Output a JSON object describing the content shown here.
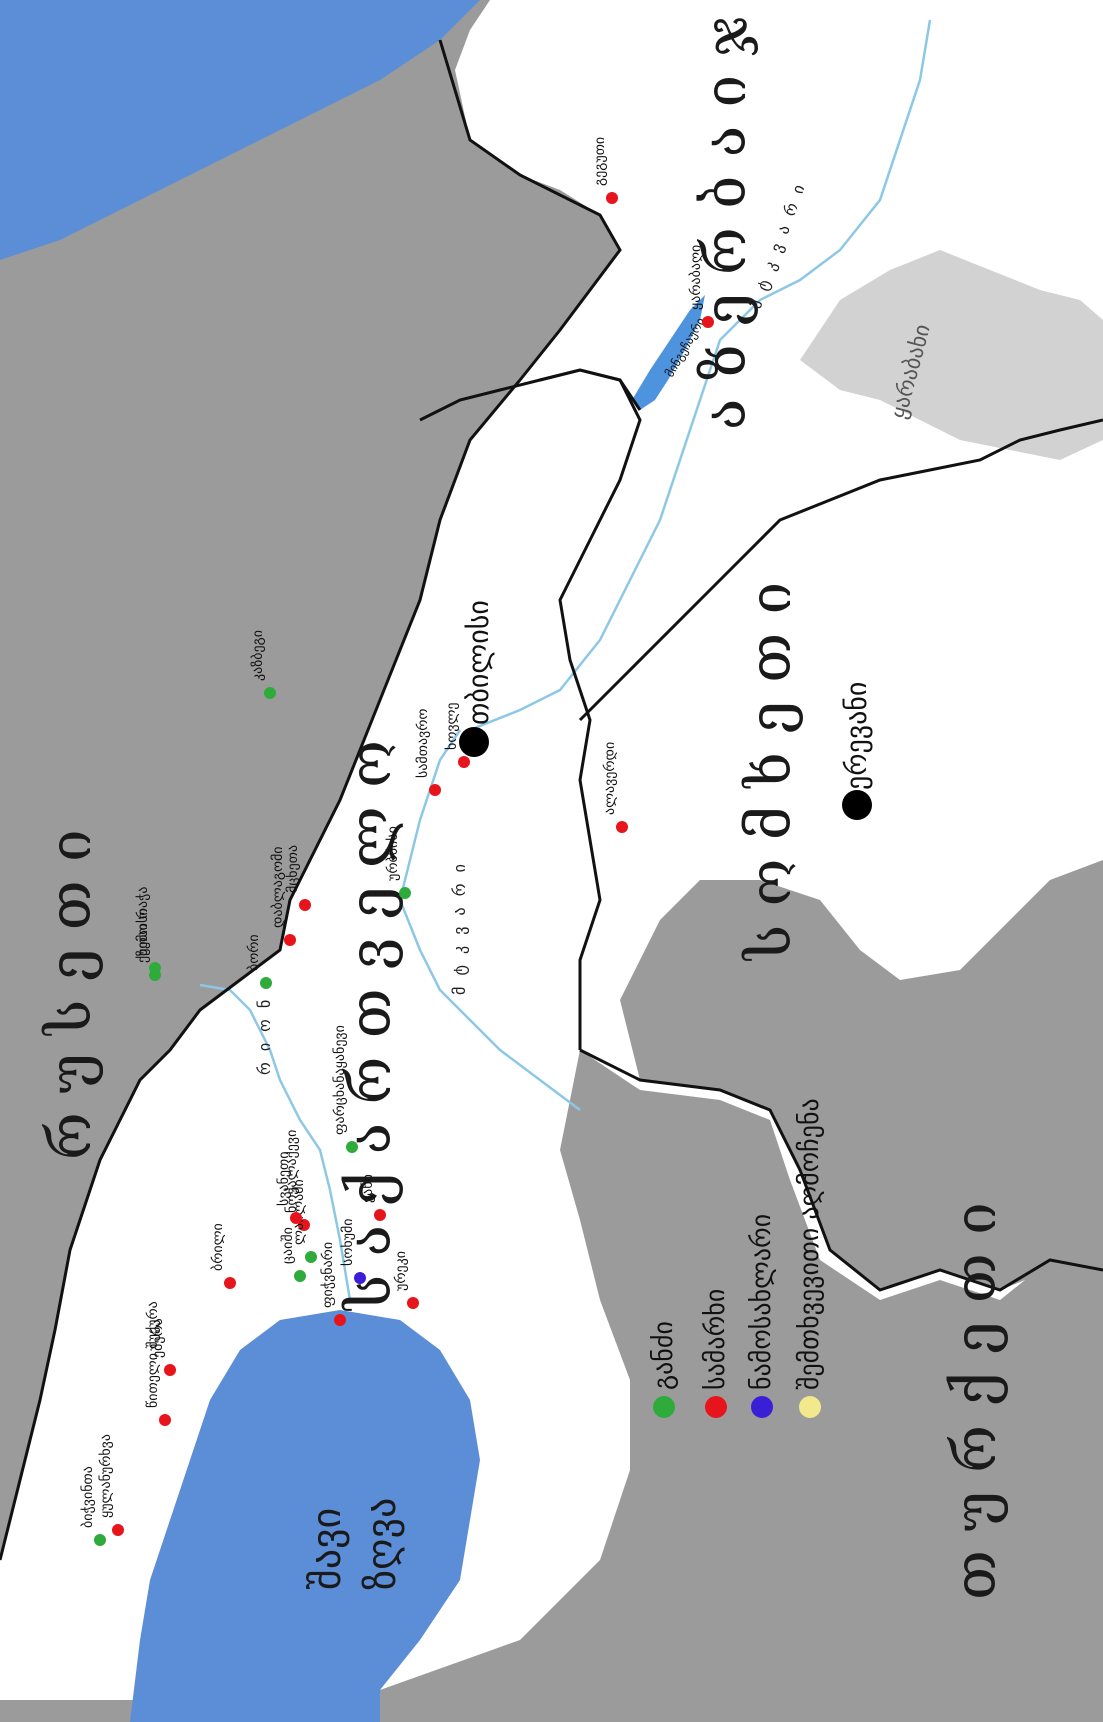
{
  "map": {
    "colors": {
      "land": "#ffffff",
      "foreign": "#9b9b9b",
      "karabakh": "#d2d2d2",
      "sea": "#5b8ed6",
      "lake": "#4d93de",
      "river": "#8cc8e6",
      "border": "#111111"
    },
    "regions": {
      "russia": "რ უ ს ე თ ი",
      "georgia": "ს ა ქ ა რ თ ვ ე ლ ო",
      "azerbaijan": "ა ზ ე რ ბ ა ი ჯ ა ნ ი",
      "armenia": "ს ო მ ხ ე თ ი",
      "turkey": "თ უ რ ქ ე თ ი",
      "karabakh": "ყარაბახი"
    },
    "water": {
      "sea_line1": "შავი",
      "sea_line2": "ზღვა",
      "lake": "მინგეჩაური",
      "river_rioni": "რ ი ო ნ ი",
      "river_mtkvari": "მ ტ კ ვ ა რ ი",
      "river_mtkvari_east": "მ ტ კ ვ ა რ ი"
    },
    "capitals": {
      "tbilisi": "თბილისი",
      "yerevan": "ერევანი"
    },
    "places": [
      {
        "name": "ბიჭვინთა",
        "type": "sanctuary"
      },
      {
        "name": "ყულანურხვა",
        "type": "temple"
      },
      {
        "name": "წითელი შუქურა",
        "type": "temple"
      },
      {
        "name": "ეშერა",
        "type": "temple"
      },
      {
        "name": "ქუთაისი",
        "type": "hoard"
      },
      {
        "name": "ურეკი",
        "type": "temple"
      },
      {
        "name": "ფიჭვნარი",
        "type": "temple"
      },
      {
        "name": "ვანი",
        "type": "temple"
      },
      {
        "name": "ცაიში",
        "type": "sanctuary"
      },
      {
        "name": "ნოქალაქევი",
        "type": "temple"
      },
      {
        "name": "სოხუმი",
        "type": "treasure"
      },
      {
        "name": "ბრილი",
        "type": "temple"
      },
      {
        "name": "ლაილაში",
        "type": "hoard"
      },
      {
        "name": "სვანეთი",
        "type": "temple"
      },
      {
        "name": "ზემო რაჭა",
        "type": "hoard"
      },
      {
        "name": "დაბლაგომი",
        "type": "temple"
      },
      {
        "name": "ბორი",
        "type": "sanctuary"
      },
      {
        "name": "ფარცხანაყანევი",
        "type": "sanctuary"
      },
      {
        "name": "მცხეთა",
        "type": "temple"
      },
      {
        "name": "სამთავრო",
        "type": "temple"
      },
      {
        "name": "კაზბეგი",
        "type": "sanctuary"
      },
      {
        "name": "ურბნისი",
        "type": "hoard"
      },
      {
        "name": "ხოვლე",
        "type": "temple"
      },
      {
        "name": "ალავერდი",
        "type": "temple"
      },
      {
        "name": "გეგუთი",
        "type": "temple"
      },
      {
        "name": "ყარაბაღი",
        "type": "temple"
      }
    ]
  },
  "legend": {
    "items": [
      {
        "label": "განძი",
        "color": "#2eab3a"
      },
      {
        "label": "სამარხი",
        "color": "#e8141b"
      },
      {
        "label": "ნამოსახლარი",
        "color": "#3b1fd6"
      },
      {
        "label": "შემთხვევითი აღმოჩენა",
        "color": "#f1e98c"
      }
    ]
  }
}
